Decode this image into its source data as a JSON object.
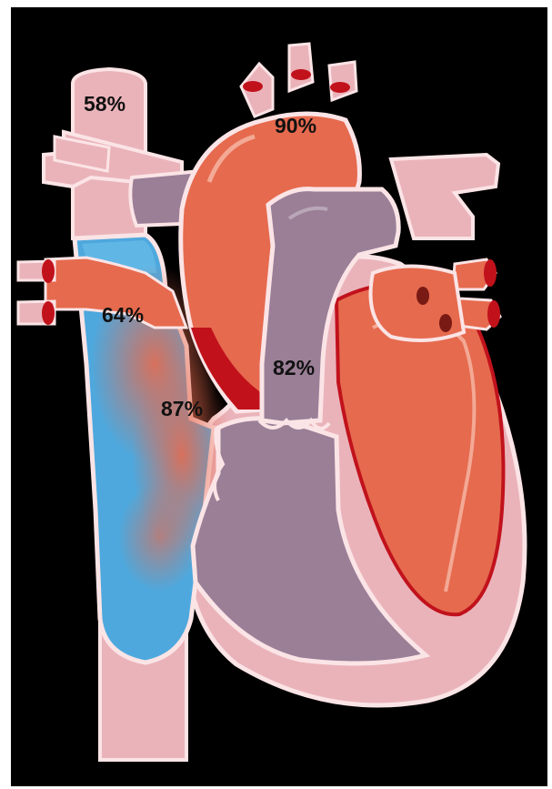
{
  "colors": {
    "background": "#000000",
    "frame": "#ffffff",
    "outline": "#fbe4e6",
    "wall_pink": "#eab3ba",
    "oxygenated": "#e66a4e",
    "oxygenated_dark": "#c1121c",
    "mixed_purple": "#9a7f97",
    "deoxygenated_blue": "#4ea8dd"
  },
  "labels": {
    "svc_saturation": "58%",
    "aorta_saturation": "90%",
    "umbilical_saturation": "64%",
    "pulmonary_artery_saturation": "82%",
    "ivc_mixed_saturation": "87%"
  }
}
